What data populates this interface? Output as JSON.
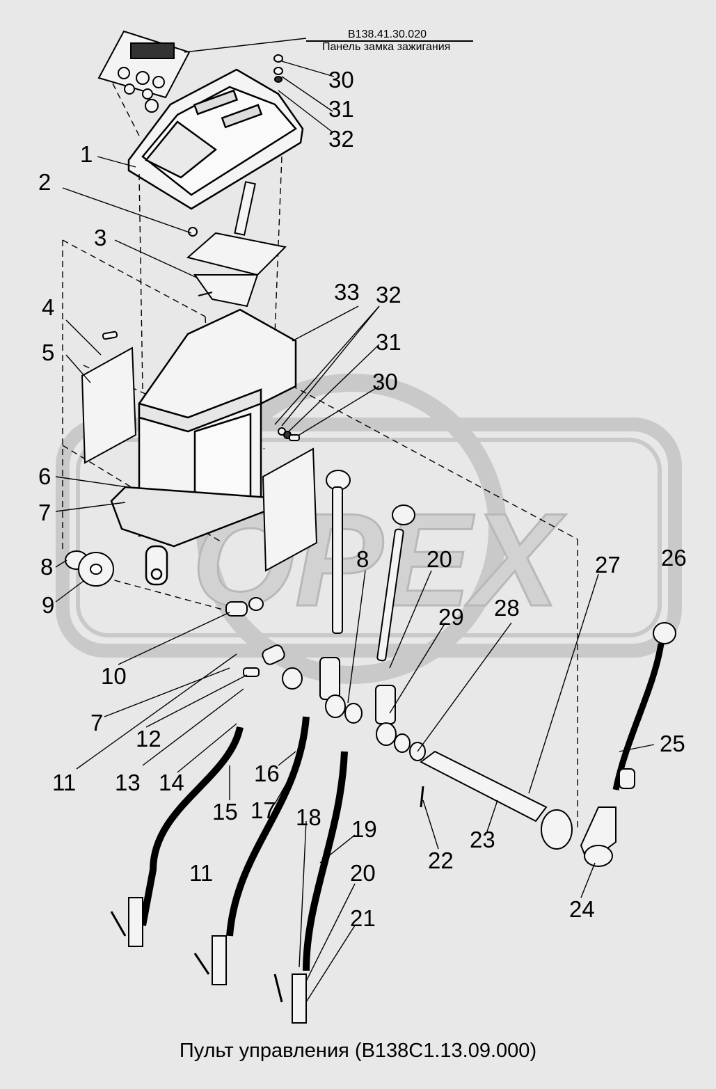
{
  "reference": {
    "code": "В138.41.30.020",
    "name": "Панель замка зажигания"
  },
  "caption": "Пульт управления (В138С1.13.09.000)",
  "watermark": "OPEX",
  "callouts": [
    {
      "id": "c1",
      "text": "1"
    },
    {
      "id": "c2",
      "text": "2"
    },
    {
      "id": "c3",
      "text": "3"
    },
    {
      "id": "c4",
      "text": "4"
    },
    {
      "id": "c5",
      "text": "5"
    },
    {
      "id": "c6",
      "text": "6"
    },
    {
      "id": "c7a",
      "text": "7"
    },
    {
      "id": "c7b",
      "text": "7"
    },
    {
      "id": "c8a",
      "text": "8"
    },
    {
      "id": "c8b",
      "text": "8"
    },
    {
      "id": "c9",
      "text": "9"
    },
    {
      "id": "c10",
      "text": "10"
    },
    {
      "id": "c11a",
      "text": "11"
    },
    {
      "id": "c11b",
      "text": "11"
    },
    {
      "id": "c12",
      "text": "12"
    },
    {
      "id": "c13",
      "text": "13"
    },
    {
      "id": "c14",
      "text": "14"
    },
    {
      "id": "c15",
      "text": "15"
    },
    {
      "id": "c16",
      "text": "16"
    },
    {
      "id": "c17",
      "text": "17"
    },
    {
      "id": "c18",
      "text": "18"
    },
    {
      "id": "c19",
      "text": "19"
    },
    {
      "id": "c20a",
      "text": "20"
    },
    {
      "id": "c20b",
      "text": "20"
    },
    {
      "id": "c21",
      "text": "21"
    },
    {
      "id": "c22",
      "text": "22"
    },
    {
      "id": "c23",
      "text": "23"
    },
    {
      "id": "c24",
      "text": "24"
    },
    {
      "id": "c25",
      "text": "25"
    },
    {
      "id": "c26",
      "text": "26"
    },
    {
      "id": "c27",
      "text": "27"
    },
    {
      "id": "c28",
      "text": "28"
    },
    {
      "id": "c29",
      "text": "29"
    },
    {
      "id": "c30a",
      "text": "30"
    },
    {
      "id": "c30b",
      "text": "30"
    },
    {
      "id": "c31a",
      "text": "31"
    },
    {
      "id": "c31b",
      "text": "31"
    },
    {
      "id": "c32a",
      "text": "32"
    },
    {
      "id": "c32b",
      "text": "32"
    },
    {
      "id": "c33",
      "text": "33"
    }
  ],
  "colors": {
    "background": "#e8e8e8",
    "line": "#000000",
    "watermark": "#c9c9c9",
    "part_fill": "#f4f4f4"
  }
}
